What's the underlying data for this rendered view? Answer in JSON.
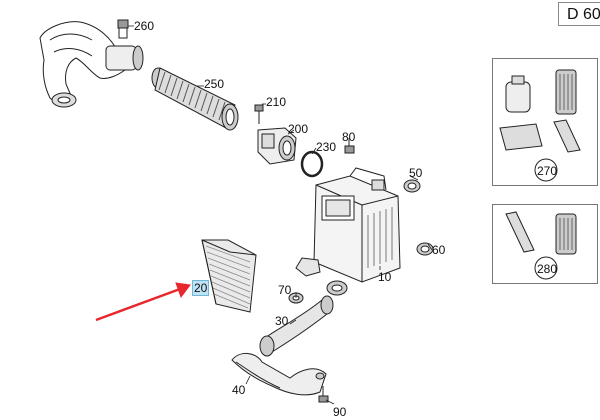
{
  "sheet_code": "D 60",
  "highlighted_part": "20",
  "parts": [
    "260",
    "250",
    "210",
    "200",
    "230",
    "80",
    "50",
    "60",
    "10",
    "70",
    "30",
    "40",
    "90"
  ],
  "kits": [
    "270",
    "280"
  ],
  "colors": {
    "arrow": "#e8262c",
    "highlight": "#bfe3f6",
    "line": "#222222"
  }
}
